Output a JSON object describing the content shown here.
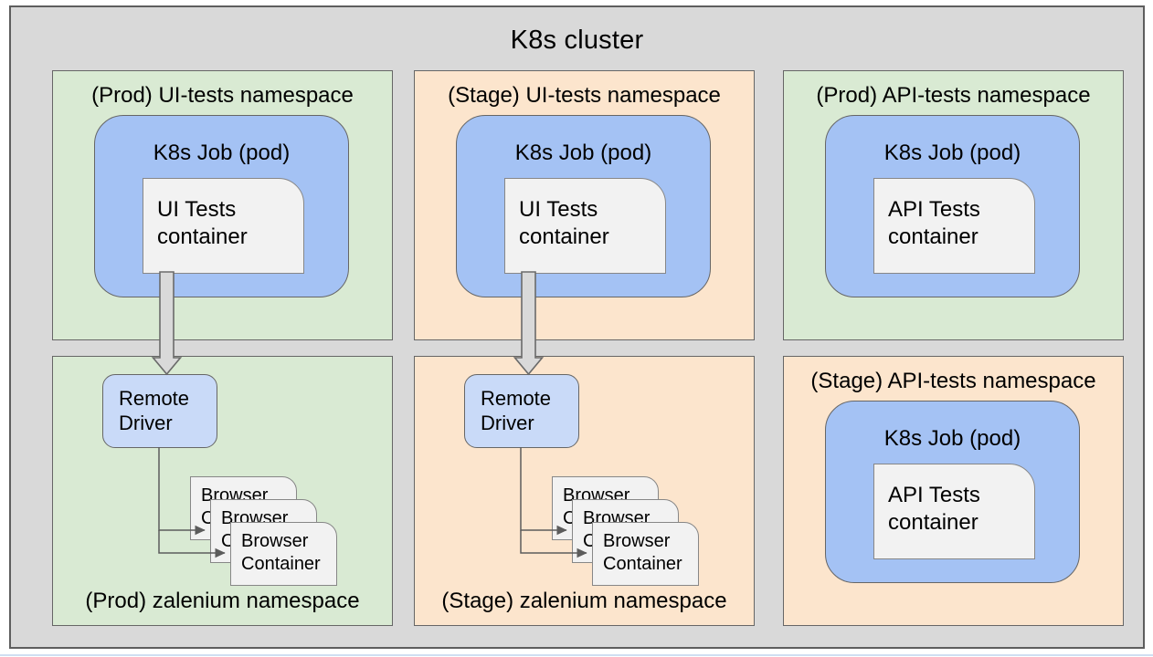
{
  "window": {
    "title": "K8s cluster"
  },
  "colors": {
    "canvas_gray": "#d9d9d9",
    "namespace_green": "#d9ead3",
    "namespace_orange": "#fce5cd",
    "job_blue": "#a4c2f4",
    "remote_driver_blue": "#c9daf8",
    "container_gray": "#f2f2f2",
    "border_gray": "#666666",
    "arrow_fill": "#d9d9d9"
  },
  "namespaces": [
    {
      "label": "(Prod) UI-tests namespace",
      "theme": "green",
      "job_label": "K8s Job (pod)",
      "container_line1": "UI Tests",
      "container_line2": "container"
    },
    {
      "label": "(Stage) UI-tests namespace",
      "theme": "orange",
      "job_label": "K8s Job (pod)",
      "container_line1": "UI Tests",
      "container_line2": "container"
    },
    {
      "label": "(Prod) API-tests namespace",
      "theme": "green",
      "job_label": "K8s Job (pod)",
      "container_line1": "API Tests",
      "container_line2": "container"
    },
    {
      "label": "(Prod) zalenium namespace",
      "theme": "green",
      "driver_line1": "Remote",
      "driver_line2": "Driver",
      "browsers": [
        {
          "line1": "Browser",
          "line2": "Container"
        },
        {
          "line1": "Browser",
          "line2": "Container"
        },
        {
          "line1": "Browser",
          "line2": "Container"
        }
      ]
    },
    {
      "label": "(Stage) zalenium namespace",
      "theme": "orange",
      "driver_line1": "Remote",
      "driver_line2": "Driver",
      "browsers": [
        {
          "line1": "Browser",
          "line2": "Container"
        },
        {
          "line1": "Browser",
          "line2": "Container"
        },
        {
          "line1": "Browser",
          "line2": "Container"
        }
      ]
    },
    {
      "label": "(Stage) API-tests namespace",
      "theme": "orange",
      "job_label": "K8s Job (pod)",
      "container_line1": "API Tests",
      "container_line2": "container"
    }
  ]
}
